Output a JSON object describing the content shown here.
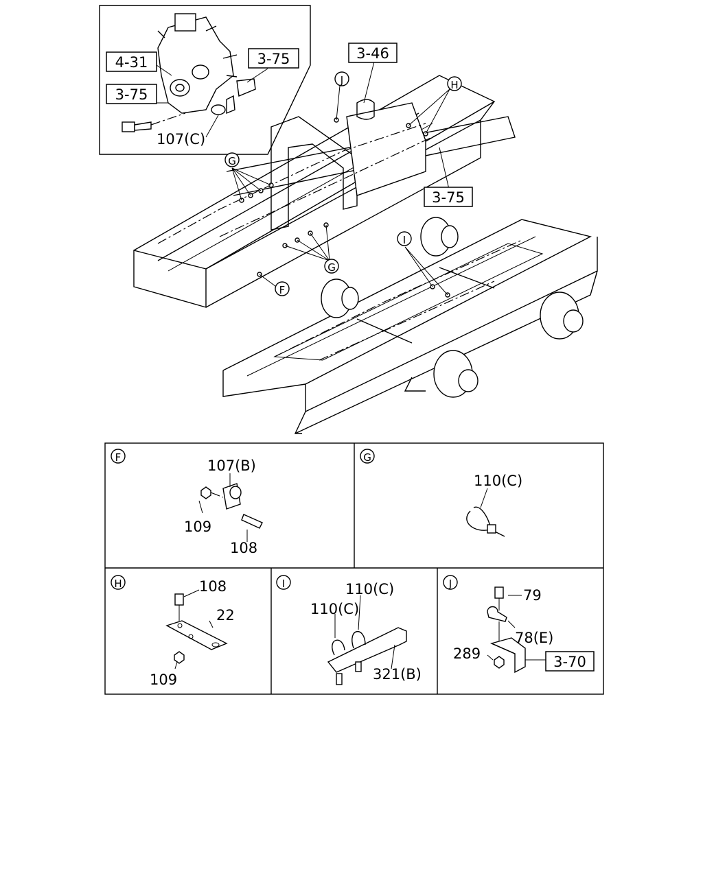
{
  "callouts": {
    "pump_ref": "4-31",
    "pump_bracket_ref": "3-75",
    "pump_bolt_ref": "3-75",
    "clip_pump": "107(C)",
    "tank_ref": "3-46",
    "frame_ref": "3-75",
    "bracket_ref": "3-70"
  },
  "markers": {
    "f": "F",
    "g": "G",
    "h": "H",
    "i": "I",
    "j": "J"
  },
  "details": {
    "f": {
      "letter": "F",
      "clip": "107(B)",
      "nut": "109",
      "bolt": "108"
    },
    "g": {
      "letter": "G",
      "band": "110(C)"
    },
    "h": {
      "letter": "H",
      "bolt": "108",
      "plate": "22",
      "nut": "109"
    },
    "i": {
      "letter": "I",
      "band_top": "110(C)",
      "band_left": "110(C)",
      "bracket": "321(B)"
    },
    "j": {
      "letter": "J",
      "bolt": "79",
      "clip": "78(E)",
      "nut": "289",
      "ref": "3-70"
    }
  }
}
